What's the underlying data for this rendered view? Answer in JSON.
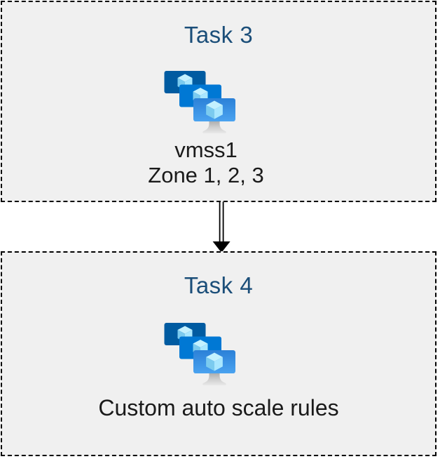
{
  "diagram": {
    "task3": {
      "title": "Task 3",
      "name": "vmss1",
      "zones": "Zone 1, 2, 3",
      "icon": "vm-scale-sets-icon"
    },
    "task4": {
      "title": "Task 4",
      "label": "Custom auto scale rules",
      "icon": "vm-scale-sets-icon"
    },
    "connector": {
      "type": "double-line-arrow",
      "direction": "down"
    },
    "colors": {
      "box_background": "#F0F0F0",
      "box_border": "#000000",
      "title_text": "#1B4E79",
      "body_text": "#1A1A1A",
      "monitor_back": "#005BA1",
      "monitor_middle": "#0078D4",
      "monitor_front_top": "#2B80D7",
      "monitor_front_bottom": "#4AA3F0",
      "cube_top": "#C3F1FF",
      "cube_left": "#7BCBEF",
      "cube_right": "#A9E7FF",
      "stand_top": "#A8A8A8",
      "stand_bottom": "#E9E9E9"
    }
  }
}
